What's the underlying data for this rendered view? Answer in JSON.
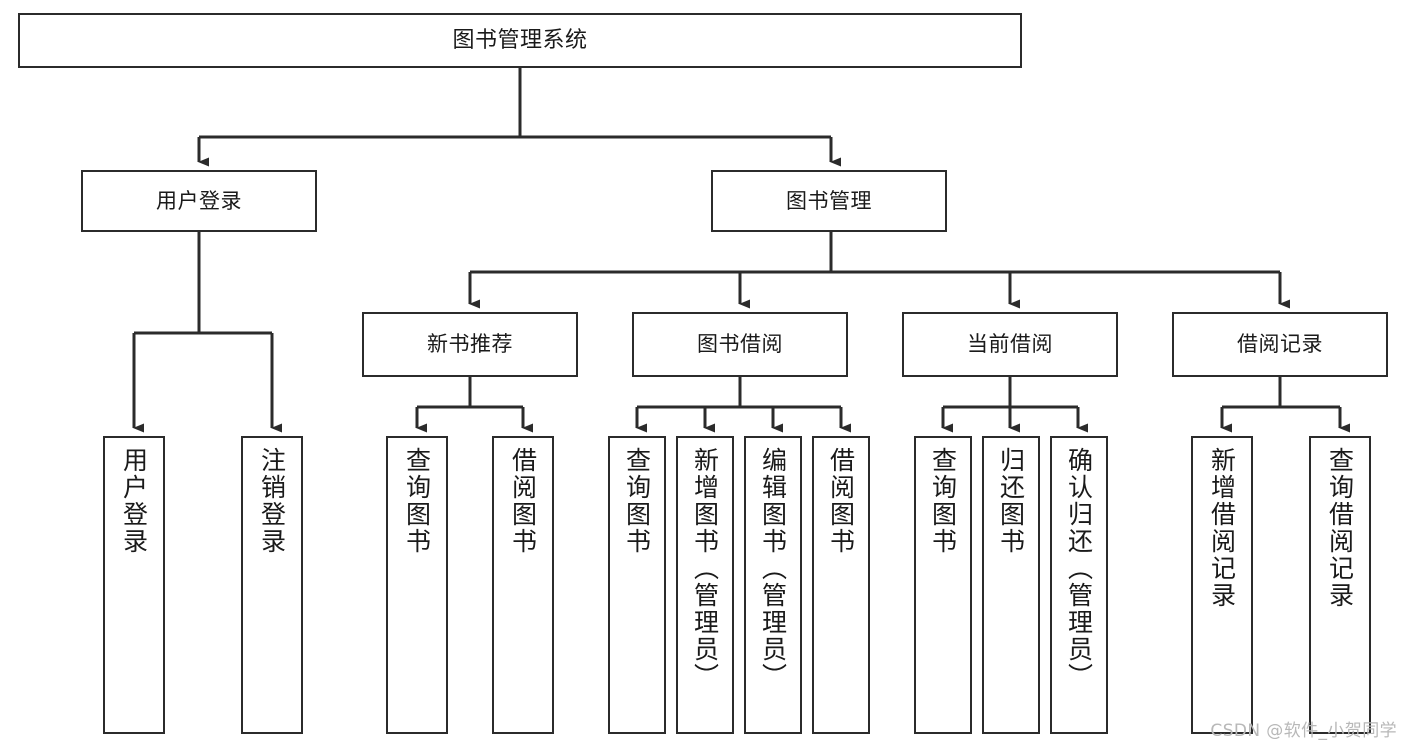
{
  "diagram": {
    "title": "图书管理系统",
    "type": "tree-hierarchy-chart",
    "colors": {
      "background": "#ffffff",
      "node_fill": "#ffffff",
      "node_border": "#2b2b2b",
      "edge": "#2b2b2b",
      "text": "#1a1a1a",
      "watermark": "#b8b8b8"
    }
  },
  "nodes": {
    "root": {
      "label": "图书管理系统"
    },
    "level2": [
      {
        "id": "user-login",
        "label": "用户登录"
      },
      {
        "id": "book-manage",
        "label": "图书管理"
      }
    ],
    "level3": [
      {
        "id": "new-book-recommend",
        "label": "新书推荐"
      },
      {
        "id": "book-borrow",
        "label": "图书借阅"
      },
      {
        "id": "current-borrow",
        "label": "当前借阅"
      },
      {
        "id": "borrow-record",
        "label": "借阅记录"
      }
    ],
    "leaves": {
      "user-login": [
        {
          "id": "leaf-user-login",
          "label": "用户登录"
        },
        {
          "id": "leaf-logout-login",
          "label": "注销登录"
        }
      ],
      "new-book-recommend": [
        {
          "id": "leaf-query-book-1",
          "label": "查询图书"
        },
        {
          "id": "leaf-borrow-book-1",
          "label": "借阅图书"
        }
      ],
      "book-borrow": [
        {
          "id": "leaf-query-book-2",
          "label": "查询图书"
        },
        {
          "id": "leaf-add-book",
          "label": "新增图书（管理员）"
        },
        {
          "id": "leaf-edit-book",
          "label": "编辑图书（管理员）"
        },
        {
          "id": "leaf-borrow-book-2",
          "label": "借阅图书"
        }
      ],
      "current-borrow": [
        {
          "id": "leaf-query-book-3",
          "label": "查询图书"
        },
        {
          "id": "leaf-return-book",
          "label": "归还图书"
        },
        {
          "id": "leaf-confirm-return",
          "label": "确认归还（管理员）"
        }
      ],
      "borrow-record": [
        {
          "id": "leaf-add-record",
          "label": "新增借阅记录"
        },
        {
          "id": "leaf-query-record",
          "label": "查询借阅记录"
        }
      ]
    }
  },
  "watermark": {
    "text": "CSDN @软件_小贺同学"
  }
}
